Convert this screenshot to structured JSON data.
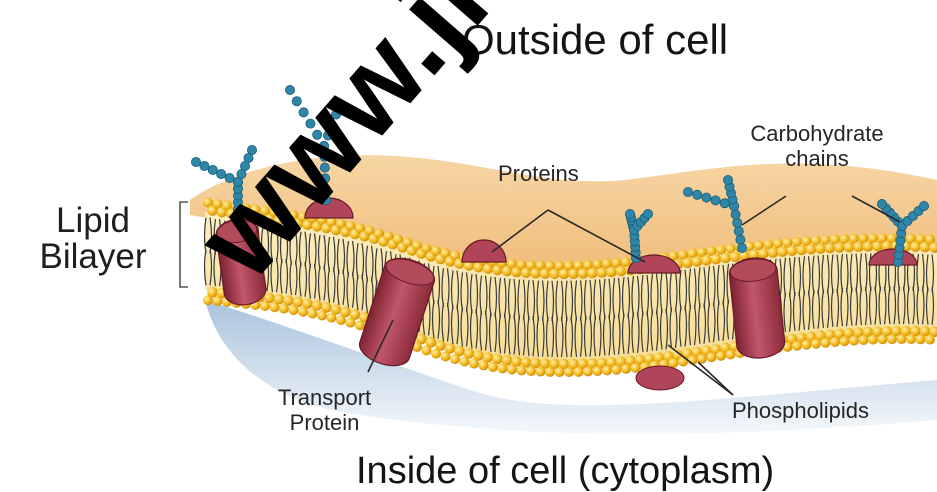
{
  "title_top": "Outside of cell",
  "title_bottom": "Inside of cell (cytoplasm)",
  "labels": {
    "lipid_line1": "Lipid",
    "lipid_line2": "Bilayer",
    "proteins": "Proteins",
    "carbohydrate_line1": "Carbohydrate",
    "carbohydrate_line2": "chains",
    "transport_line1": "Transport",
    "transport_line2": "Protein",
    "phospholipids": "Phospholipids"
  },
  "watermark": "www.jkchrome.com",
  "colors": {
    "extracellular_fill": "#f4c98e",
    "intracellular_fill": "#bcd2e6",
    "phospholipid_head": "#f1b51c",
    "phospholipid_tail": "#3a3a3a",
    "protein": "#a63a4a",
    "carbohydrate_bead": "#2f86a8",
    "watermark": "#000000"
  }
}
